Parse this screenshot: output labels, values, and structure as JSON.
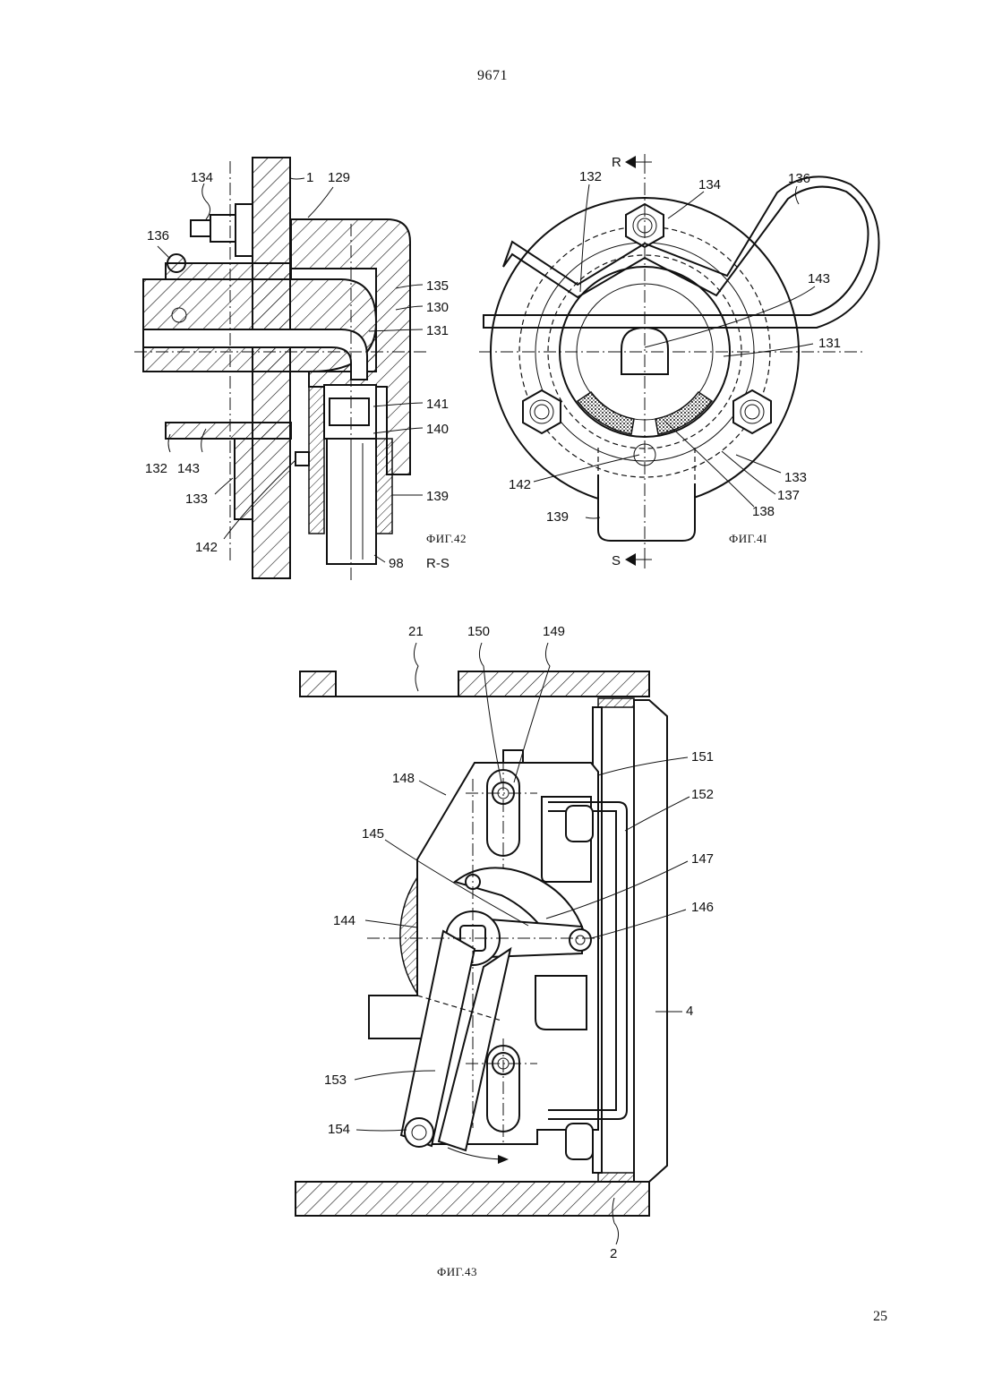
{
  "page": {
    "number_top": "9671",
    "number_bottom": "25"
  },
  "fig42": {
    "caption": "ФИГ.42",
    "section": "R-S",
    "labels": {
      "l134": "134",
      "l1": "1",
      "l129": "129",
      "l136": "136",
      "l135": "135",
      "l130": "130",
      "l131": "131",
      "l141": "141",
      "l140": "140",
      "l139": "139",
      "l132": "132",
      "l143": "143",
      "l133": "133",
      "l142": "142",
      "l98": "98"
    }
  },
  "fig41": {
    "caption": "ФИГ.4I",
    "section_top": "R",
    "section_bottom": "S",
    "labels": {
      "l132": "132",
      "l134": "134",
      "l136": "136",
      "l143": "143",
      "l131": "131",
      "l142": "142",
      "l133": "133",
      "l137": "137",
      "l138": "138",
      "l139": "139"
    }
  },
  "fig43": {
    "caption": "ФИГ.43",
    "labels": {
      "l21": "21",
      "l150": "150",
      "l149": "149",
      "l151": "151",
      "l148": "148",
      "l152": "152",
      "l145": "145",
      "l147": "147",
      "l146": "146",
      "l144": "144",
      "l4": "4",
      "l153": "153",
      "l154": "154",
      "l2": "2"
    }
  }
}
